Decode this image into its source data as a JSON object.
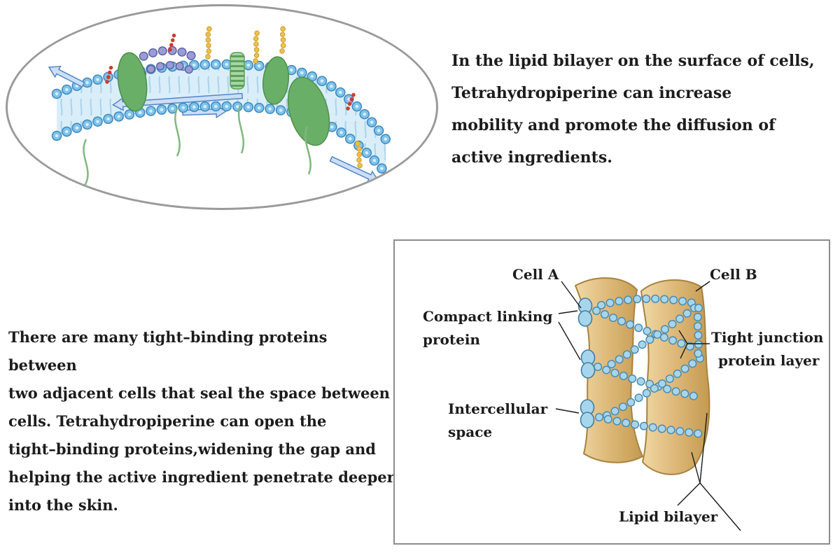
{
  "colors": {
    "text": "#1c1c1c",
    "ellipse_border": "#9a9a9a",
    "box_border": "#8c8c8c",
    "lipid_head_blue": "#7ec3ea",
    "membrane_interior": "#daeef9",
    "protein_green": "#6aaf68",
    "cluster_purple": "#9a9cd4",
    "chain_yellow": "#f0c24a",
    "receptor_red": "#cf3b2a",
    "arrow_blue": "#4f86c9",
    "cell_tan": "#ddb878",
    "junction_bead_blue": "#a7d6ec"
  },
  "top_right_text": {
    "lines": [
      "In the lipid bilayer on the surface of cells,",
      "Tetrahydropiperine can increase",
      "mobility and promote the diffusion of",
      "active ingredients."
    ]
  },
  "bottom_left_text": {
    "lines": [
      "There are many tight–binding proteins between",
      "two adjacent cells that seal the space between",
      "cells. Tetrahydropiperine can open the",
      "tight–binding proteins,widening the gap and",
      "helping the active ingredient penetrate deeper",
      "into the skin."
    ]
  },
  "junction_diagram": {
    "cell_a": "Cell A",
    "cell_b": "Cell B",
    "compact_linking": {
      "line1": "Compact linking",
      "line2": "protein"
    },
    "tight_junction": {
      "line1": "Tight junction",
      "line2": "protein layer"
    },
    "intercellular": {
      "line1": "Intercellular",
      "line2": "space"
    },
    "lipid_bilayer": "Lipid bilayer"
  }
}
